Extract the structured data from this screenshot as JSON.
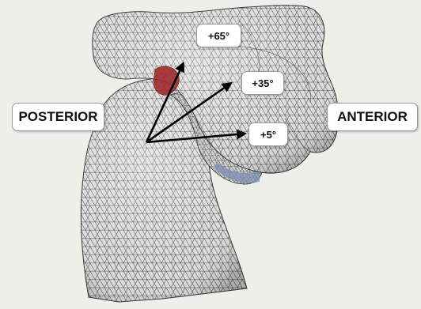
{
  "labels": {
    "posterior": "POSTERIOR",
    "anterior": "ANTERIOR"
  },
  "angles": [
    {
      "label": "+65°",
      "degrees": 65
    },
    {
      "label": "+35°",
      "degrees": 35
    },
    {
      "label": "+5°",
      "degrees": 5
    }
  ],
  "colors": {
    "background": "#eeeeea",
    "mesh_fill": "#d9d9d9",
    "mesh_line": "#555555",
    "posterior_patch": "#a02a2a",
    "inferior_patch": "#7d8fb3",
    "arrow": "#000000"
  }
}
